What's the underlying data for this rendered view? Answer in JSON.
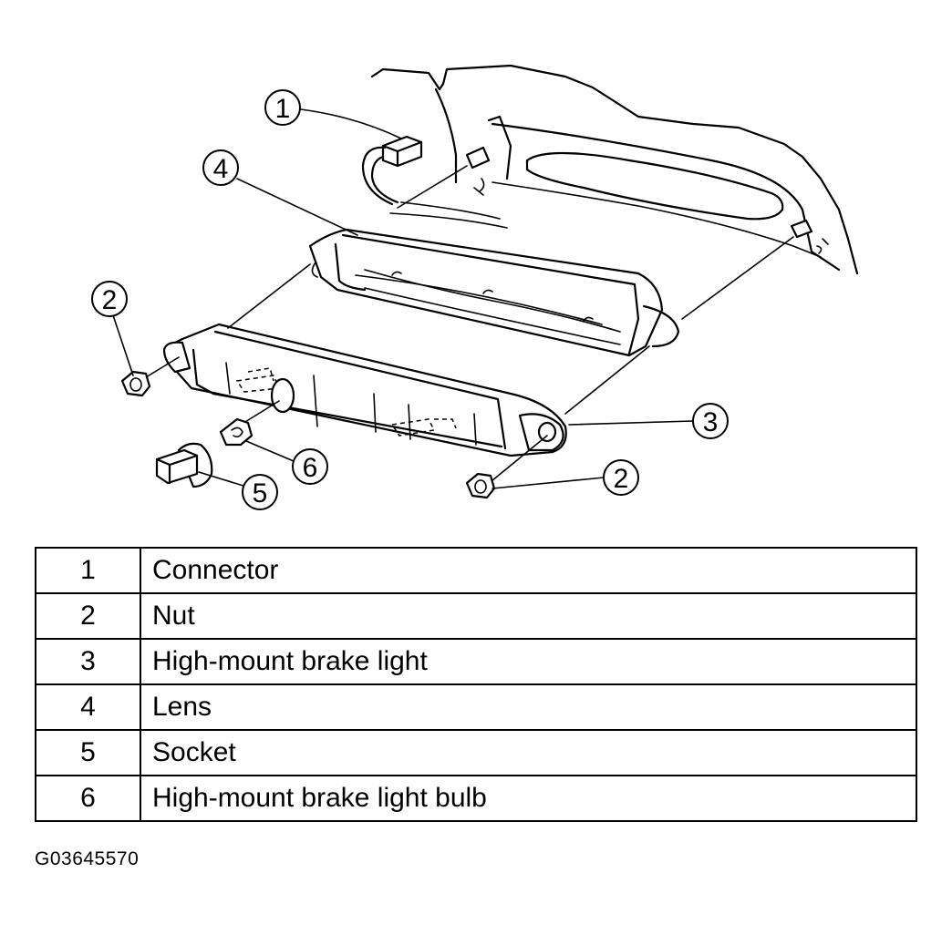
{
  "callouts": [
    {
      "id": "callout-1",
      "text": "1"
    },
    {
      "id": "callout-2a",
      "text": "2"
    },
    {
      "id": "callout-2b",
      "text": "2"
    },
    {
      "id": "callout-3",
      "text": "3"
    },
    {
      "id": "callout-4",
      "text": "4"
    },
    {
      "id": "callout-5",
      "text": "5"
    },
    {
      "id": "callout-6",
      "text": "6"
    }
  ],
  "legend": {
    "rows": [
      {
        "num": "1",
        "label": "Connector"
      },
      {
        "num": "2",
        "label": "Nut"
      },
      {
        "num": "3",
        "label": "High-mount brake light"
      },
      {
        "num": "4",
        "label": "Lens"
      },
      {
        "num": "5",
        "label": "Socket"
      },
      {
        "num": "6",
        "label": "High-mount brake light bulb"
      }
    ]
  },
  "figure_id": "G03645570"
}
